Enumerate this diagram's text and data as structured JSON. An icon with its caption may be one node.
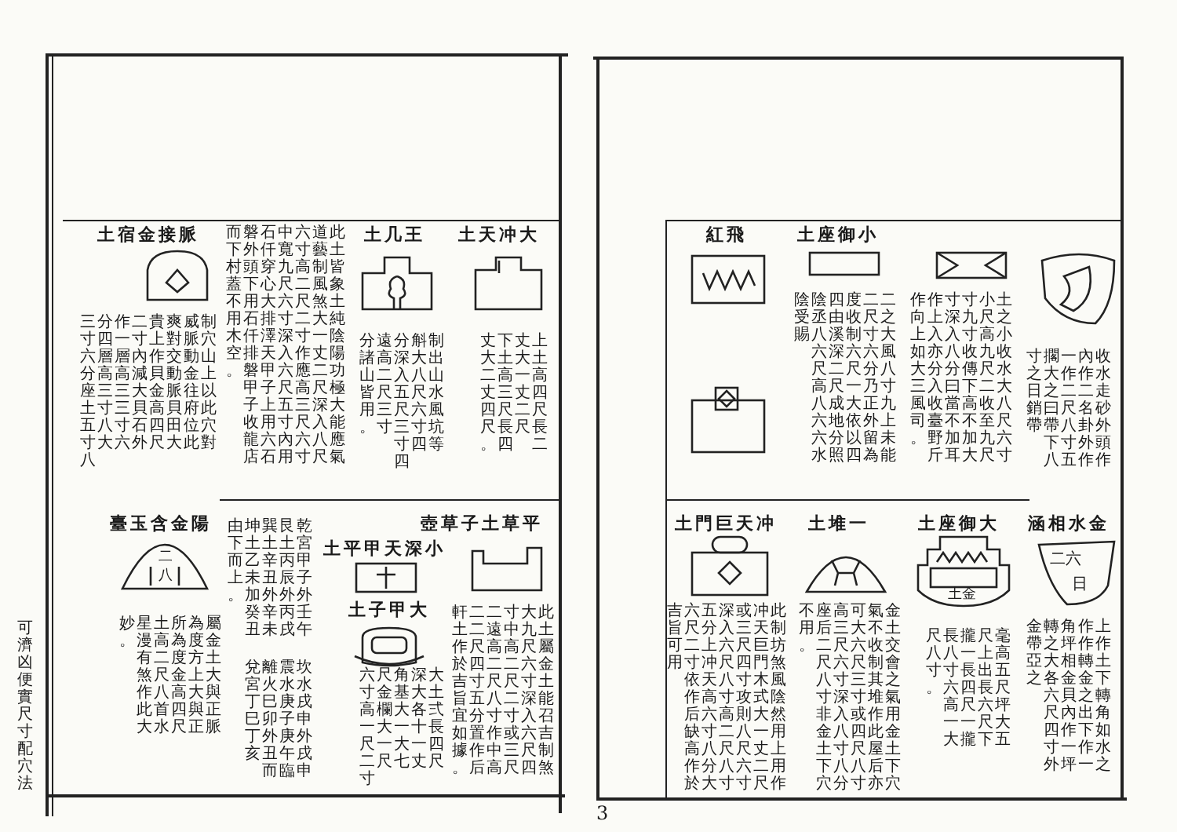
{
  "diagram": {
    "labels": [
      "收水走砂外頭作",
      "內作二名卦外作",
      "一作二尺八寸五",
      "擱大之曰帶下八",
      "寸之日銷帶",
      "土之小收水大八尺六寸",
      "小尺高九尺二收至九尺",
      "寸九寸收傳下高不加大",
      "寸深入八分曰當不加耳",
      "作上入亦分入收臺野斤",
      "作向上如大三風司。",
      "土座御小",
      "二之大風八寸九上未能",
      "二尺寸六分乃正外留為",
      "度收制六尺一大依以四",
      "四由溪深二尺成地分照",
      "陰丞八六尺高八六六水",
      "陰受賜",
      "紅飛",
      "涵相水金",
      "二六",
      "日",
      "上作土下轉角如水之",
      "作作轉金之出下作一",
      "角坪相金貝內作一坪",
      "轉之大各六尺四寸外",
      "金帶亞之",
      "土座御大",
      "土金",
      "毫高五尺坪大五",
      "尺上出長六尺下",
      "攏一長四尺一攏",
      "長八寸六高一大",
      "尺八寸。",
      "土堆一",
      "金土交會之氣用金土下穴",
      "氣不收制其堆作此屋后亦",
      "可大六尺三寸或四尺八寸",
      "高三尺六寸深入八寸八分",
      "座后二尺八寸非金土下穴",
      "不用。",
      "土門巨天冲",
      "此制坊煞風陰然用上用作",
      "冲天巨門木式大一丈二尺",
      "或三尺四寸攻則八尺六寸",
      "深入六尺八寸高二尺八寸",
      "五分上冲天高六寸八分大",
      "六尺二寸依作后缺高作於",
      "吉旨可用",
      "3",
      "土天冲大",
      "上土高四尺長二",
      "丈大一丈二尺",
      "下土高三尺長四",
      "丈大二丈四尺。",
      "土几王",
      "制出山水風坑等",
      "斛大八尺六寸四",
      "分深入五尺三寸四",
      "遠高二尺三寸",
      "分諸山皆用。",
      "此土皆象土純陰陽功極大能應氣",
      "道藝制風煞大一丈二尺深入八尺",
      "六寸高二尺二寸作應高三尺六寸",
      "中寬九尺六寸深入六尺五寸內用",
      "石仟穿心大排澤天甲子上用六石",
      "磐外頭下用石仟排磐甲子收龍店",
      "而下村蓋不用木空。",
      "土宿金接脈",
      "制穴山上以此穴對",
      "威脈動金往府位此",
      "爽對交動脈貝田大",
      "貴上作貝金高四尺",
      "二寸內減大貝石外",
      "作一層高三三寸六",
      "分四層高三寸八大",
      "三寸六分座土五寸八",
      "壺草子土草平",
      "此土屬金土能召吉制煞",
      "大九尺六寸深入六尺四",
      "寸中高二尺二寸或三尺",
      "二遠高二尺八寸作中高",
      "二二尺四寸五分置作后",
      "軒土作於吉旨宜如據。",
      "土平甲天深小",
      "土子甲大",
      "大土弍長四尺",
      "深大各十一丈",
      "角基大一大七",
      "尺金欄大一尺",
      "六寸高一尺二寸",
      "乾宮甲子外壬午",
      "艮土丙辰外丙戌",
      "巽土辛丑外辛未",
      "坤土乙未加癸丑",
      "由下而上。",
      "坎水戌申外戌申",
      "震水庚子庚午臨",
      "離火巳卯外丑而",
      "兌宮丁巳丁亥",
      "臺玉含金陽",
      "二",
      "八",
      "屬金土大與正脈",
      "為度方上大與正",
      "所為度金高四尺",
      "土高二尺八首水",
      "星漫有煞作此大",
      "妙。",
      "可濟凶便實尺寸配穴法"
    ]
  }
}
